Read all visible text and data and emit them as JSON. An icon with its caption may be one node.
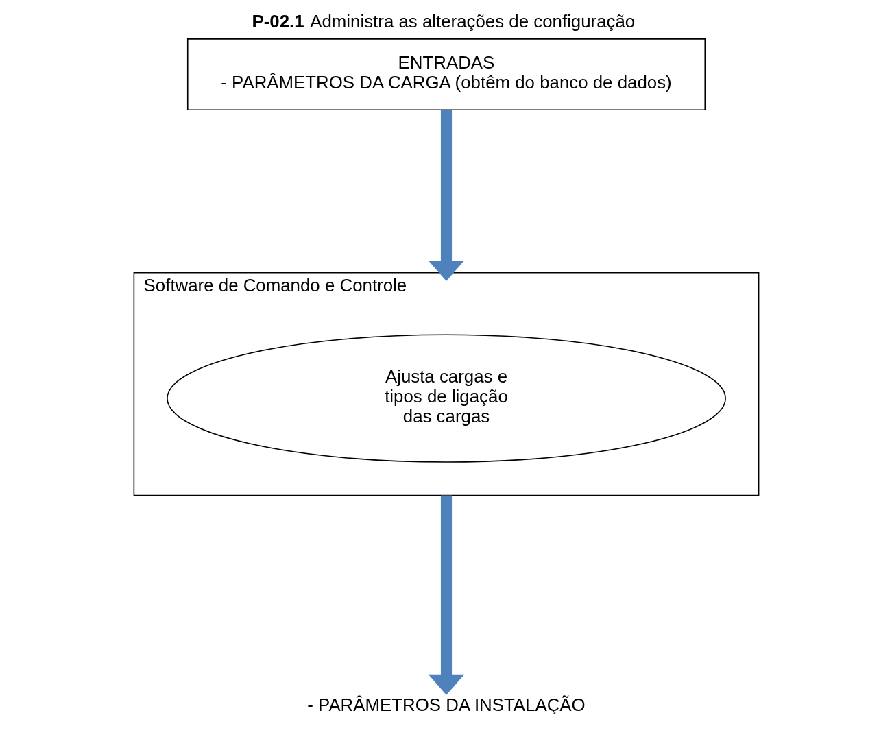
{
  "diagram": {
    "title": "**P-02.1** Administra as alterações de configuração",
    "nodes": [
      {
        "text": [
          "ENTRADAS",
          "- PARÂMETROS DA CARGA (obtêm do banco de dados)"
        ]
      },
      {
        "text": [
          "Software de Comando e Controle"
        ]
      },
      {
        "text": [
          "Ajusta cargas e tipos de ligação das cargas"
        ],
        "in": 1
      },
      {
        "text": [
          "- PARÂMETROS DA INSTALAÇÃO"
        ]
      }
    ],
    "edges": [
      {
        "from": 0,
        "to": 1,
        "arrow": "to"
      },
      {
        "from": 1,
        "to": 3,
        "arrow": "to"
      }
    ]
  }
}
